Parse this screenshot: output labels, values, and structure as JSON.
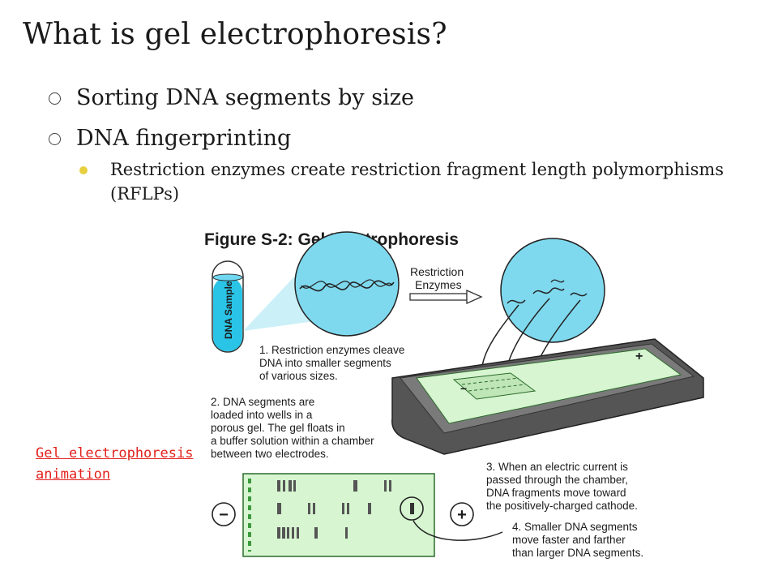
{
  "slide": {
    "title": "What is gel electrophoresis?",
    "bullets": [
      {
        "text": "Sorting DNA segments by size",
        "sub": []
      },
      {
        "text": "DNA fingerprinting",
        "sub": [
          "Restriction enzymes create restriction fragment length polymorphisms (RFLPs)"
        ]
      }
    ],
    "link_text": "Gel electrophoresis animation"
  },
  "figure": {
    "title": "Figure S-2: Gel Electrophoresis",
    "tube_label": "DNA Sample",
    "enzyme_label_1": "Restriction",
    "enzyme_label_2": "Enzymes",
    "step1": [
      "1. Restriction enzymes cleave",
      "DNA into smaller segments",
      "of various sizes."
    ],
    "step2": [
      "2. DNA segments are",
      "loaded into wells in a",
      "porous gel.  The gel floats in",
      "a buffer solution within a chamber",
      "between two electrodes."
    ],
    "step3": [
      "3. When an electric current is",
      "passed through the chamber,",
      "DNA fragments move toward",
      "the positively-charged cathode."
    ],
    "step4": [
      "4. Smaller DNA segments",
      "move faster and farther",
      "than larger DNA segments."
    ],
    "minus_sign": "−",
    "plus_sign": "+"
  },
  "colors": {
    "link": "#e2211c",
    "sub_bullet": "#e7d040",
    "tube_liquid": "#29c4e6",
    "circle_fill": "#7fd9ee",
    "gel_fill": "#d6f5d0",
    "chamber": "#6f6f6f"
  }
}
